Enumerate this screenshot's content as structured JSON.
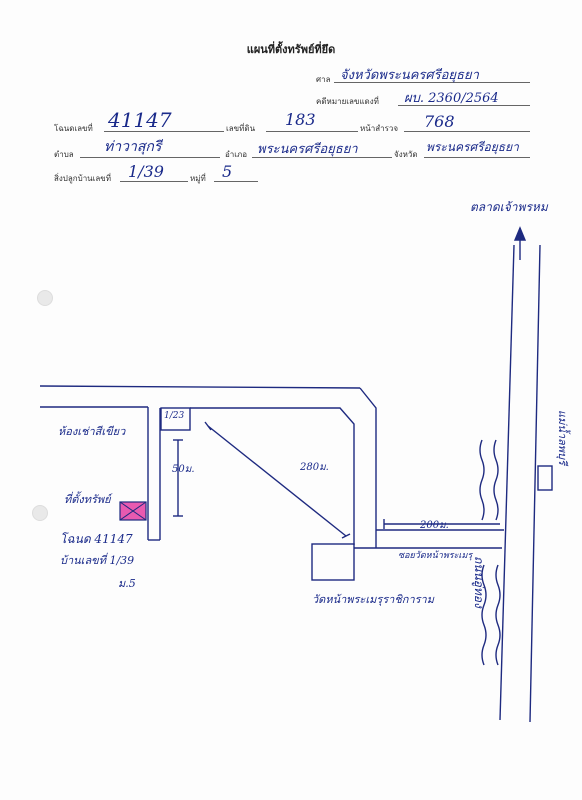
{
  "document": {
    "title": "แผนที่ตั้งทรัพย์ที่ยึด",
    "court_label": "ศาล",
    "court_value": "จังหวัดพระนครศรีอยุธยา",
    "case_label": "คดีหมายเลขแดงที่",
    "case_value": "ผบ. 2360/2564",
    "deed_label": "โฉนดเลขที่",
    "deed_value": "41147",
    "land_no_label": "เลขที่ดิน",
    "land_no_value": "183",
    "survey_label": "หน้าสำรวจ",
    "survey_value": "768",
    "subdistrict_label": "ตำบล",
    "subdistrict_value": "ท่าวาสุกรี",
    "district_label": "อำเภอ",
    "district_value": "พระนครศรีอยุธยา",
    "province_label": "จังหวัด",
    "province_value": "พระนครศรีอยุธยา",
    "house_label": "สิ่งปลูกบ้านเลขที่",
    "house_value": "1/39",
    "moo_label": "หมู่ที่",
    "moo_value": "5"
  },
  "map": {
    "market": "ตลาดเจ้าพรหม",
    "left_building": "ห้องเช่าสีเขียว",
    "house_no_label": "1/23",
    "dist_50": "50ม.",
    "dist_280": "280ม.",
    "dist_200": "200ม.",
    "property_label": "ที่ตั้งทรัพย์",
    "deed_note": "โฉนด 41147",
    "house_note": "บ้านเลขที่ 1/39",
    "moo_note": "ม.5",
    "temple": "วัดหน้าพระเมรุราชิการาม",
    "soi": "ซอยวัดหน้าพระเมรุ",
    "road": "ถนนอู่ทอง",
    "river": "แม่น้ำลพบุรี",
    "marker_color": "#e85ab0"
  }
}
